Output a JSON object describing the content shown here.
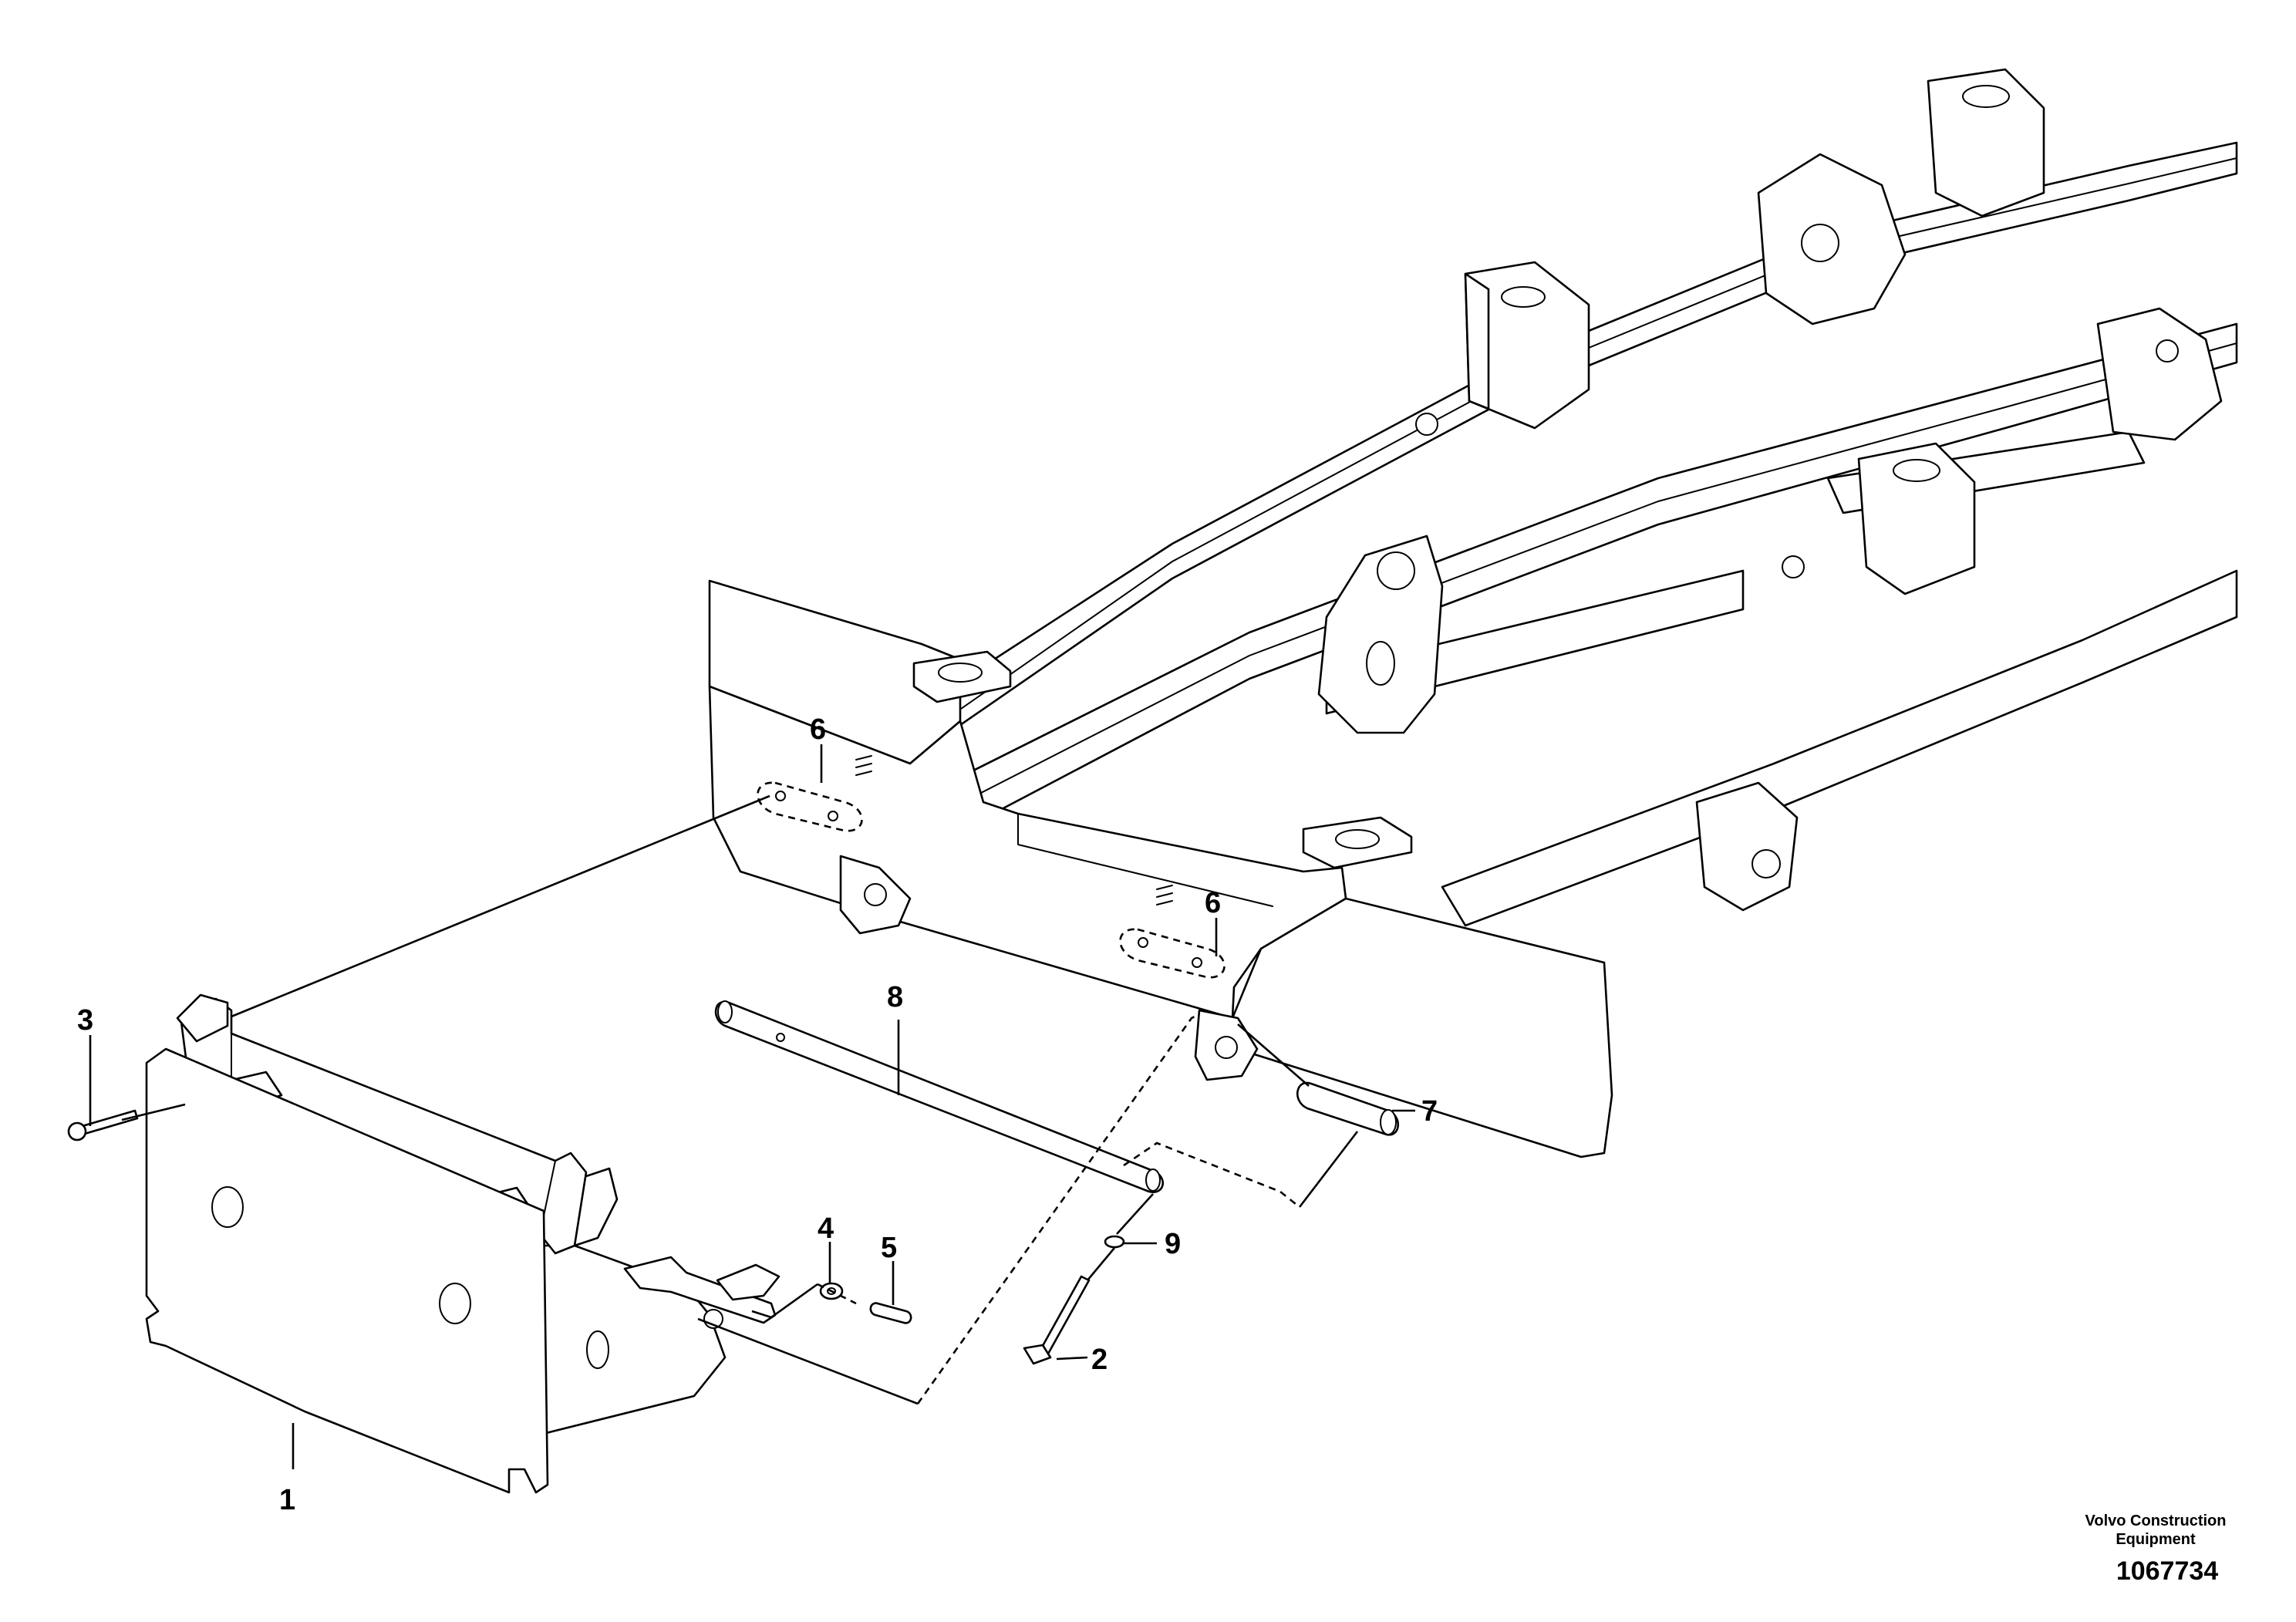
{
  "drawing": {
    "callouts": {
      "c1": "1",
      "c2": "2",
      "c3": "3",
      "c4": "4",
      "c5": "5",
      "c6a": "6",
      "c6b": "6",
      "c7": "7",
      "c8": "8",
      "c9": "9"
    },
    "brand_line_1": "Volvo Construction",
    "brand_line_2": "Equipment",
    "drawing_number": "1067734"
  }
}
